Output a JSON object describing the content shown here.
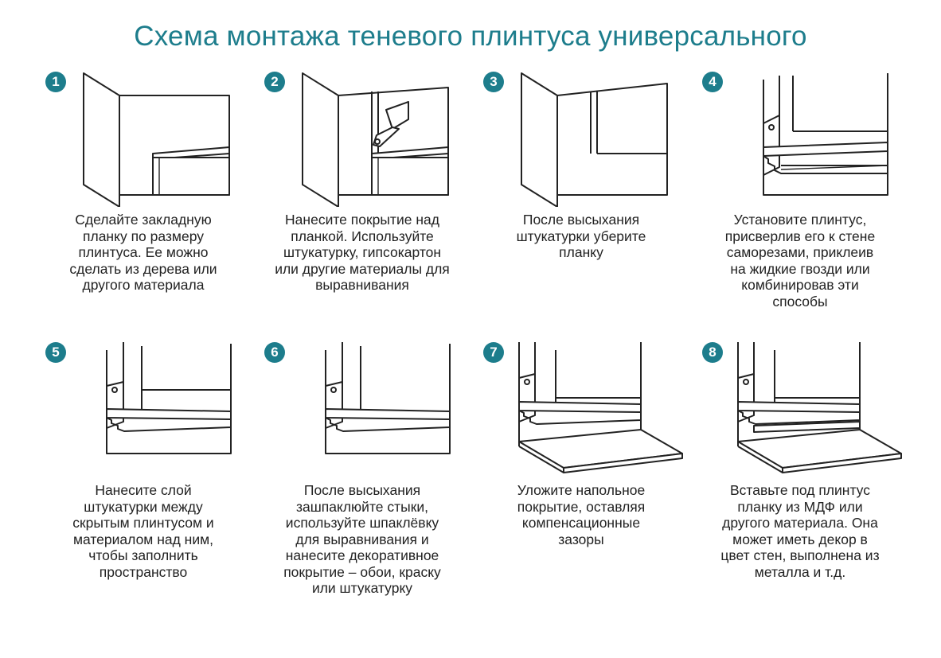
{
  "title": "Схема монтажа теневого плинтуса универсального",
  "accent_color": "#1d7d8c",
  "steps": [
    {
      "number": "1",
      "text": "Сделайте закладную\nпланку по размеру\nплинтуса. Ее можно\nсделать из дерева или\nдругого материала"
    },
    {
      "number": "2",
      "text": "Нанесите покрытие над\nпланкой. Используйте\nштукатурку, гипсокартон\nили другие материалы для\nвыравнивания"
    },
    {
      "number": "3",
      "text": "После высыхания\nштукатурки уберите\nпланку"
    },
    {
      "number": "4",
      "text": "Установите плинтус,\nприсверлив его к стене\nсаморезами, приклеив\nна жидкие гвозди или\nкомбинировав эти\nспособы"
    },
    {
      "number": "5",
      "text": "Нанесите слой\nштукатурки между\nскрытым плинтусом и\nматериалом над ним,\nчтобы заполнить\nпространство"
    },
    {
      "number": "6",
      "text": "После высыхания\nзашпаклюйте стыки,\nиспользуйте шпаклёвку\nдля выравнивания и\nнанесите декоративное\nпокрытие – обои, краску\nили штукатурку"
    },
    {
      "number": "7",
      "text": "Уложите напольное\nпокрытие, оставляя\nкомпенсационные\nзазоры"
    },
    {
      "number": "8",
      "text": "Вставьте под плинтус\nпланку из МДФ или\nдругого материала. Она\nможет иметь декор в\nцвет стен, выполнена из\nметалла и т.д."
    }
  ]
}
